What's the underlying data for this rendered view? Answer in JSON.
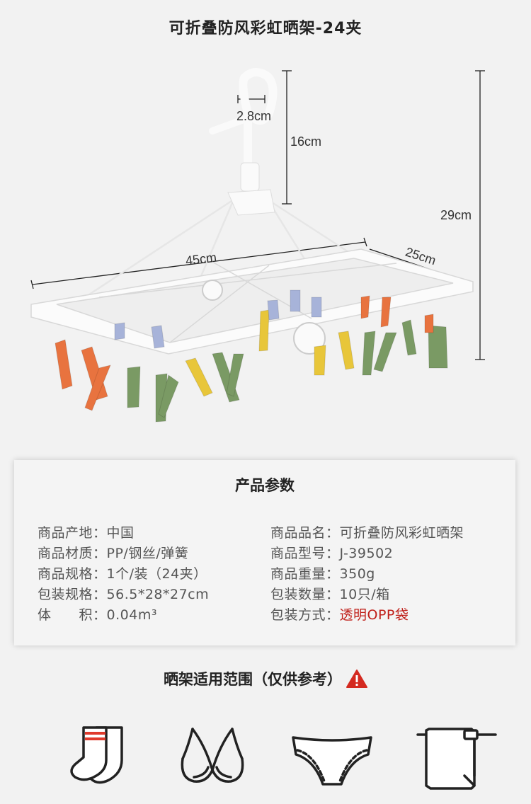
{
  "header": {
    "title": "可折叠防风彩虹晒架-24夹"
  },
  "dimensions": {
    "hook_width": "2.8cm",
    "hook_height": "16cm",
    "total_height": "29cm",
    "length": "45cm",
    "width": "25cm"
  },
  "params": {
    "title": "产品参数",
    "rows": [
      {
        "label": "商品产地：",
        "value": "中国"
      },
      {
        "label": "商品材质：",
        "value": "PP/钢丝/弹簧"
      },
      {
        "label": "商品规格：",
        "value": "1个/装（24夹）"
      },
      {
        "label": "包装规格：",
        "value": "56.5*28*27cm"
      },
      {
        "label": "体　　积：",
        "value": "0.04m³"
      },
      {
        "label": "商品品名：",
        "value": "可折叠防风彩虹晒架"
      },
      {
        "label": "商品型号：",
        "value": "J-39502"
      },
      {
        "label": "商品重量：",
        "value": "350g"
      },
      {
        "label": "包装数量：",
        "value": "10只/箱"
      },
      {
        "label": "包装方式：",
        "value": "透明OPP袋"
      }
    ],
    "highlight_color": "#c0201a"
  },
  "usage": {
    "title": "晒架适用范围（仅供参考）",
    "icons": [
      "sock-icon",
      "bra-icon",
      "underwear-icon",
      "towel-icon"
    ]
  }
}
